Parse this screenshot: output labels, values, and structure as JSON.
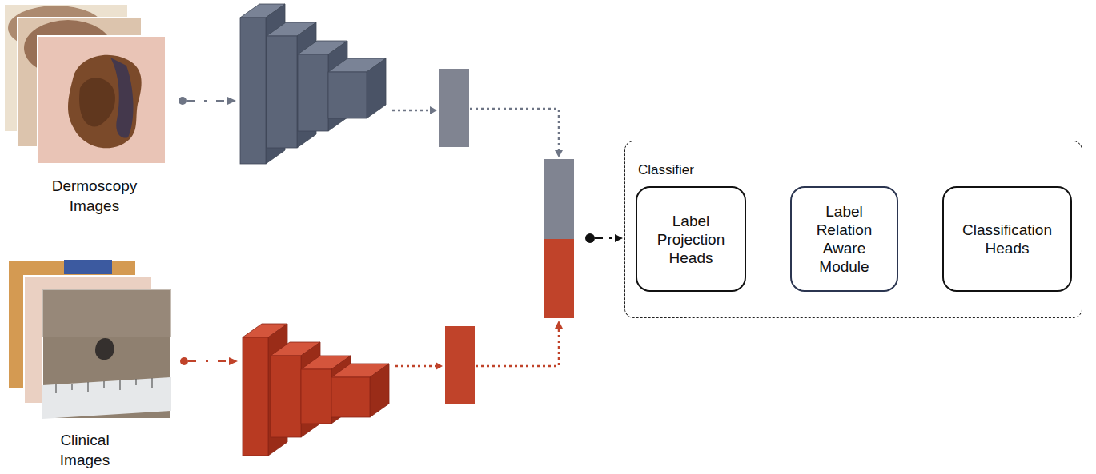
{
  "diagram": {
    "nodes": [
      {
        "text": [
          "Classifier"
        ]
      },
      {
        "text": [
          "Label Projection Heads"
        ],
        "in": 0
      },
      {
        "text": [
          "Label Relation Aware Module"
        ],
        "in": 0
      },
      {
        "text": [
          "Classification Heads"
        ],
        "in": 0
      }
    ],
    "edges": [
      {
        "from": 1,
        "to": 2,
        "arrow": "to"
      },
      {
        "from": 2,
        "to": 3,
        "arrow": "to"
      }
    ],
    "labels": [
      "Dermoscopy Images",
      "Clinical Images"
    ]
  }
}
